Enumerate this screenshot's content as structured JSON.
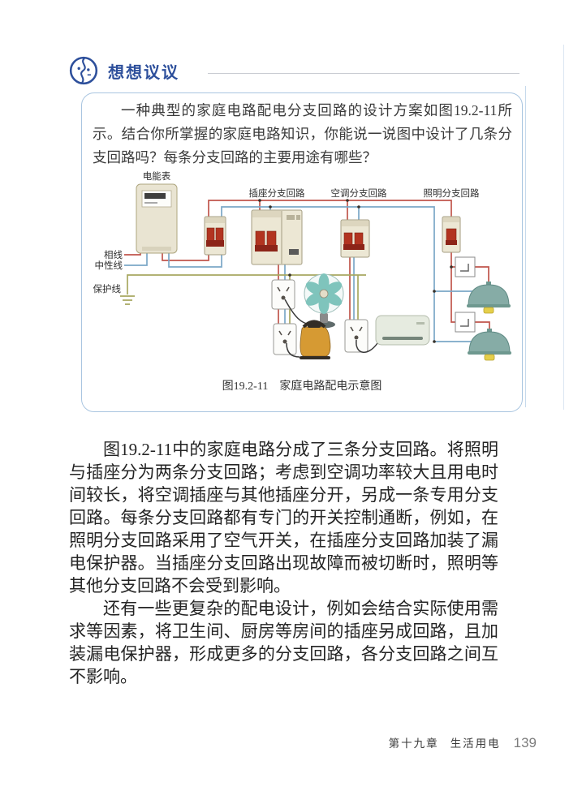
{
  "header": {
    "title": "想想议议"
  },
  "discussion_box": {
    "intro_text": "一种典型的家庭电路配电分支回路的设计方案如图19.2-11所示。结合你所掌握的家庭电路知识，你能说一说图中设计了几条分支回路吗？每条分支回路的主要用途有哪些？",
    "caption_fig": "图19.2-11",
    "caption_text": "家庭电路配电示意图"
  },
  "diagram": {
    "labels": {
      "meter": "电能表",
      "socket_branch": "插座分支回路",
      "ac_branch": "空调分支回路",
      "lighting_branch": "照明分支回路",
      "live_wire": "相线",
      "neutral_wire": "中性线",
      "protective_wire": "保护线"
    },
    "colors": {
      "live": "#c0564c",
      "neutral": "#7ba7c7",
      "protective": "#a8a860"
    }
  },
  "body": {
    "paragraph1": "图19.2-11中的家庭电路分成了三条分支回路。将照明与插座分为两条分支回路；考虑到空调功率较大且用电时间较长，将空调插座与其他插座分开，另成一条专用分支回路。每条分支回路都有专门的开关控制通断，例如，在照明分支回路采用了空气开关，在插座分支回路加装了漏电保护器。当插座分支回路出现故障而被切断时，照明等其他分支回路不会受到影响。",
    "paragraph2": "还有一些更复杂的配电设计，例如会结合实际使用需求等因素，将卫生间、厨房等房间的插座另成回路，且加装漏电保护器，形成更多的分支回路，各分支回路之间互不影响。"
  },
  "footer": {
    "chapter": "第十九章",
    "section": "生活用电",
    "page_number": "139"
  }
}
